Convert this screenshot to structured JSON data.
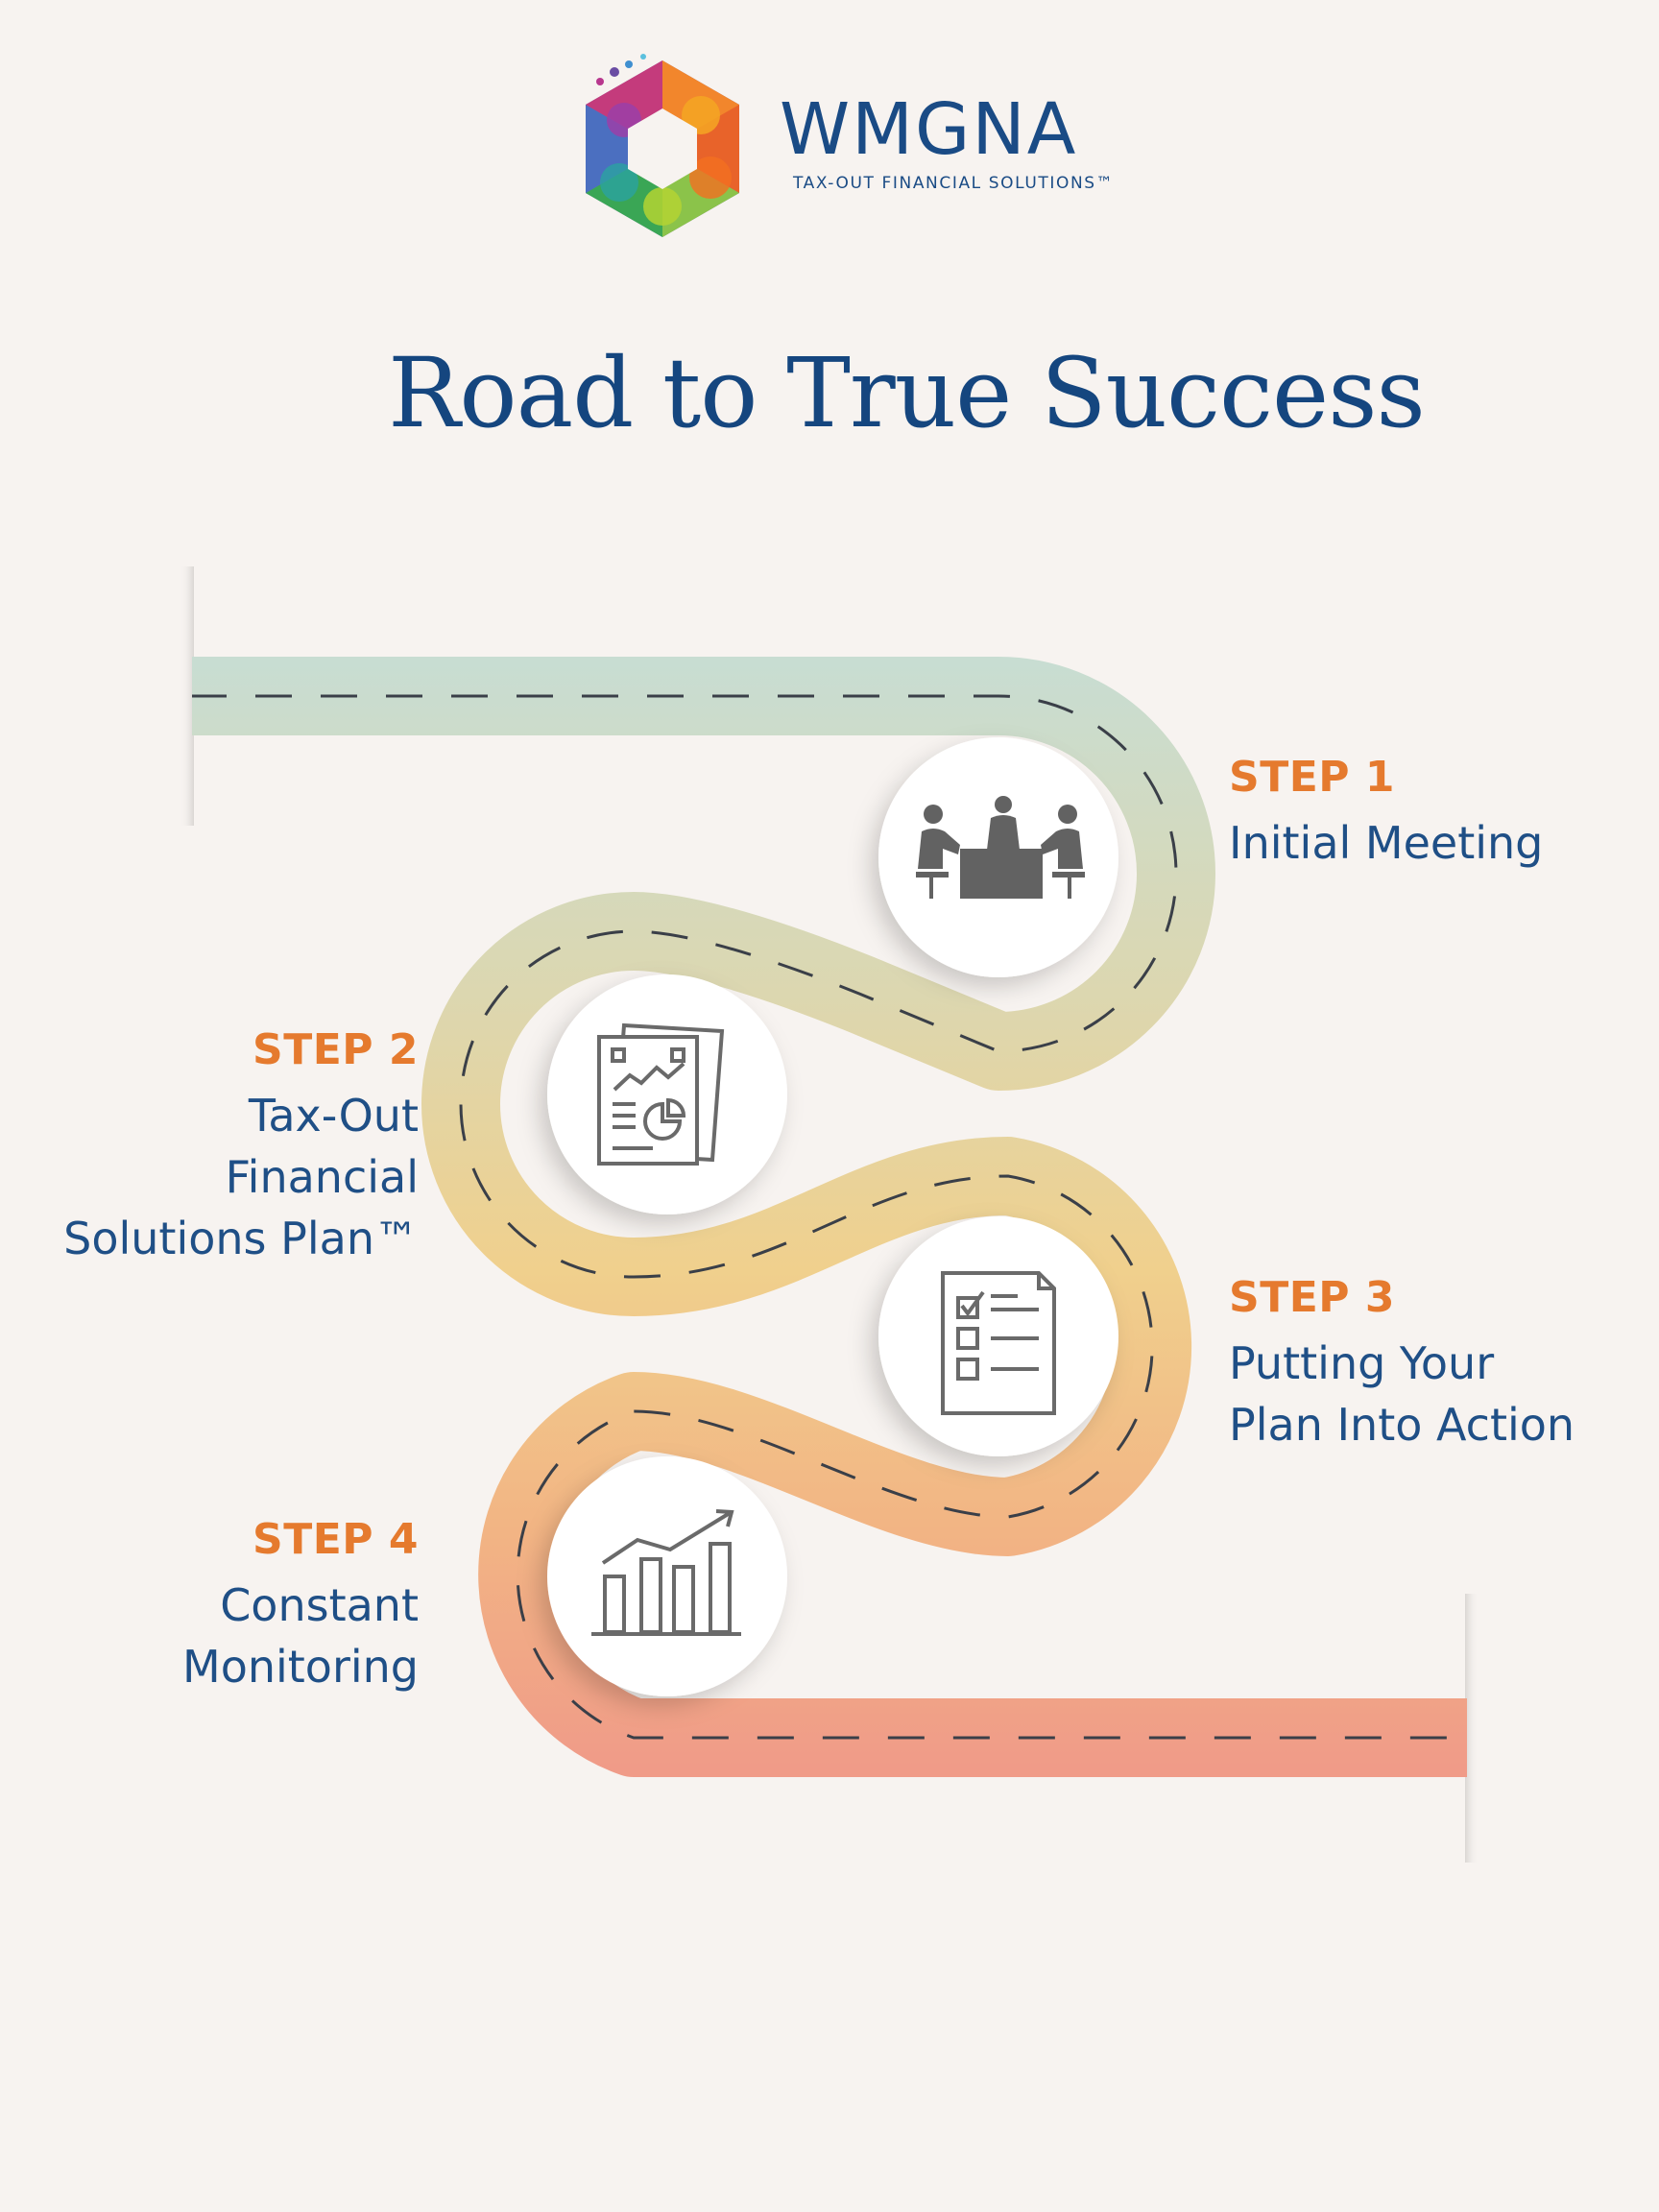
{
  "brand": {
    "name": "WMGNA",
    "tagline": "TAX-OUT FINANCIAL SOLUTIONS™"
  },
  "title": "Road to True Success",
  "colors": {
    "background": "#f7f3f0",
    "title_blue": "#15467f",
    "step_orange": "#e57a2e",
    "road_start": "#c8ddd2",
    "road_end": "#f09b88"
  },
  "steps": [
    {
      "label": "STEP 1",
      "lines": [
        "Initial Meeting"
      ],
      "icon": "meeting-icon"
    },
    {
      "label": "STEP 2",
      "lines": [
        "Tax-Out",
        "Financial",
        "Solutions Plan™"
      ],
      "icon": "report-icon"
    },
    {
      "label": "STEP 3",
      "lines": [
        "Putting Your",
        "Plan Into Action"
      ],
      "icon": "checklist-icon"
    },
    {
      "label": "STEP 4",
      "lines": [
        "Constant",
        "Monitoring"
      ],
      "icon": "growth-chart-icon"
    }
  ]
}
